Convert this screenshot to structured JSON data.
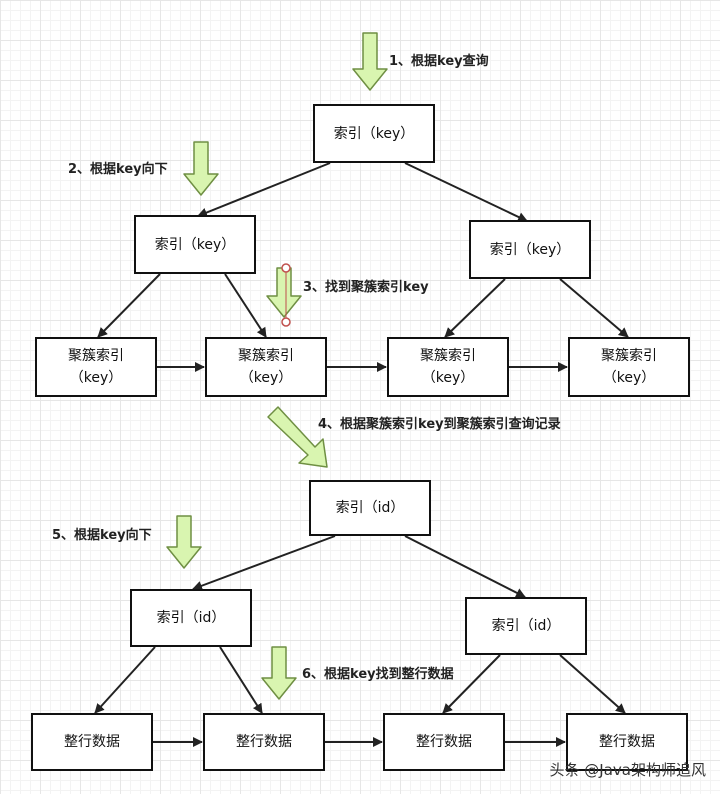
{
  "labels": {
    "step1": "1、根据key查询",
    "step2": "2、根据key向下",
    "step3": "3、找到聚簇索引key",
    "step4": "4、根据聚簇索引key到聚簇索引查询记录",
    "step5": "5、根据key向下",
    "step6": "6、根据key找到整行数据"
  },
  "top_tree": {
    "root": "索引（key）",
    "left": "索引（key）",
    "right": "索引（key）",
    "leaves": [
      {
        "line1": "聚簇索引",
        "line2": "（key）"
      },
      {
        "line1": "聚簇索引",
        "line2": "（key）"
      },
      {
        "line1": "聚簇索引",
        "line2": "（key）"
      },
      {
        "line1": "聚簇索引",
        "line2": "（key）"
      }
    ]
  },
  "bottom_tree": {
    "root": "索引（id）",
    "left": "索引（id）",
    "right": "索引（id）",
    "leaves": [
      "整行数据",
      "整行数据",
      "整行数据",
      "整行数据"
    ]
  },
  "watermark": "头条 @Java架构师追风",
  "colors": {
    "arrow_fill": "#d9f5b0",
    "arrow_stroke": "#6f8f43",
    "line": "#222222",
    "marker": "#c0504d"
  }
}
